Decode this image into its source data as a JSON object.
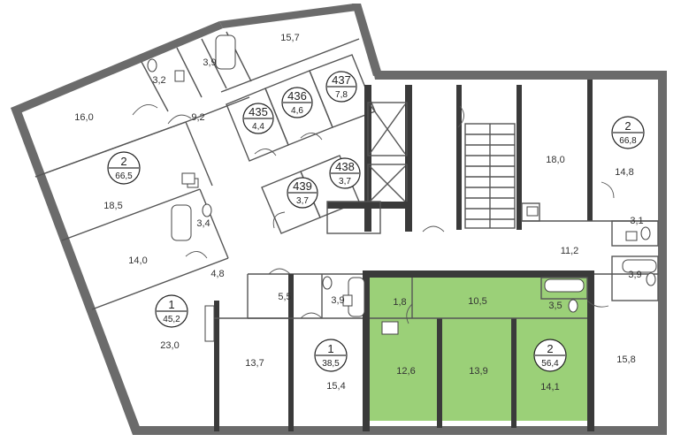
{
  "colors": {
    "selected_unit": "#8dc965",
    "walls": "#6b6b6b"
  },
  "rooms": [
    {
      "id": "r1",
      "label": "15,7"
    },
    {
      "id": "r2",
      "label": "3,9"
    },
    {
      "id": "r3",
      "label": "3,2"
    },
    {
      "id": "r4",
      "label": "16,0"
    },
    {
      "id": "r5",
      "label": "9,2"
    },
    {
      "id": "r6",
      "label": "18,5"
    },
    {
      "id": "r7",
      "label": "3,4"
    },
    {
      "id": "r8",
      "label": "14,0"
    },
    {
      "id": "r9",
      "label": "4,8"
    },
    {
      "id": "r10",
      "label": "23,0"
    },
    {
      "id": "r11",
      "label": "5,5"
    },
    {
      "id": "r12",
      "label": "3,9"
    },
    {
      "id": "r13",
      "label": "13,7"
    },
    {
      "id": "r14",
      "label": "15,4"
    },
    {
      "id": "r15",
      "label": "1,8"
    },
    {
      "id": "r16",
      "label": "10,5"
    },
    {
      "id": "r17",
      "label": "3,5"
    },
    {
      "id": "r18",
      "label": "12,6"
    },
    {
      "id": "r19",
      "label": "13,9"
    },
    {
      "id": "r20",
      "label": "14,1"
    },
    {
      "id": "r21",
      "label": "18,0"
    },
    {
      "id": "r22",
      "label": "14,8"
    },
    {
      "id": "r23",
      "label": "3,1"
    },
    {
      "id": "r24",
      "label": "11,2"
    },
    {
      "id": "r25",
      "label": "3,9"
    },
    {
      "id": "r26",
      "label": "15,8"
    }
  ],
  "badges": [
    {
      "id": "b1",
      "number": "2",
      "area": "66,5"
    },
    {
      "id": "b2",
      "number": "1",
      "area": "45,2"
    },
    {
      "id": "b3",
      "number": "1",
      "area": "38,5"
    },
    {
      "id": "b4",
      "number": "2",
      "area": "56,4"
    },
    {
      "id": "b5",
      "number": "2",
      "area": "66,8"
    },
    {
      "id": "b6",
      "number": "435",
      "area": "4,4"
    },
    {
      "id": "b7",
      "number": "436",
      "area": "4,6"
    },
    {
      "id": "b8",
      "number": "437",
      "area": "7,8"
    },
    {
      "id": "b9",
      "number": "438",
      "area": "3,7"
    },
    {
      "id": "b10",
      "number": "439",
      "area": "3,7"
    }
  ]
}
